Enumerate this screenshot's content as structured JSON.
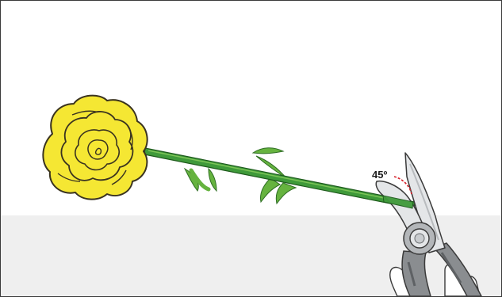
{
  "illustration": {
    "subject": "rose-stem-cutting",
    "cut_angle": {
      "label": "45º",
      "degrees": 45
    },
    "colors": {
      "petal_fill": "#f5e733",
      "petal_outline": "#3a3320",
      "stem": "#3f9a3a",
      "stem_outline": "#1e5a1c",
      "leaf": "#66b33f",
      "blade": "#e4e6e8",
      "handle": "#8a8d90",
      "angle_marker": "#d6202a",
      "table": "#efefef",
      "border": "#3a3a3a"
    },
    "icons": [
      "rose-flower-icon",
      "pruning-shears-icon",
      "hand-icon"
    ]
  }
}
